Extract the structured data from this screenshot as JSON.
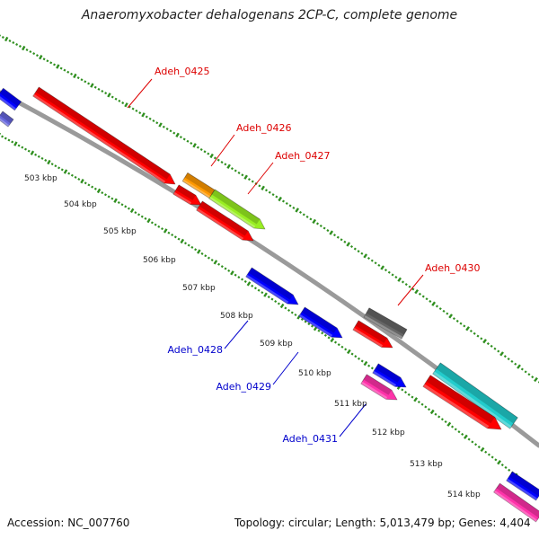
{
  "title": "Anaeromyxobacter dehalogenans 2CP-C, complete genome",
  "footer": {
    "accession": "Accession: NC_007760",
    "topology": "Topology: circular; Length: 5,013,479 bp; Genes: 4,404"
  },
  "colors": {
    "backbone": "#9a9a9a",
    "tick": "#2f8f1f",
    "label_forward": "#dd0000",
    "label_reverse": "#0000cc",
    "red": "#ff0000",
    "blue": "#0000ff",
    "orange": "#ff9900",
    "lime": "#99ee22",
    "gray": "#666666",
    "cyan": "#22cccc",
    "magenta": "#ff33aa",
    "slate": "#6666dd"
  },
  "kbp_labels": [
    "503 kbp",
    "504 kbp",
    "505 kbp",
    "506 kbp",
    "507 kbp",
    "508 kbp",
    "509 kbp",
    "510 kbp",
    "511 kbp",
    "512 kbp",
    "513 kbp",
    "514 kbp"
  ],
  "gene_labels": [
    {
      "text": "Adeh_0425",
      "strand": "forward"
    },
    {
      "text": "Adeh_0426",
      "strand": "forward"
    },
    {
      "text": "Adeh_0427",
      "strand": "forward"
    },
    {
      "text": "Adeh_0430",
      "strand": "forward"
    },
    {
      "text": "Adeh_0428",
      "strand": "reverse"
    },
    {
      "text": "Adeh_0429",
      "strand": "reverse"
    },
    {
      "text": "Adeh_0431",
      "strand": "reverse"
    }
  ]
}
